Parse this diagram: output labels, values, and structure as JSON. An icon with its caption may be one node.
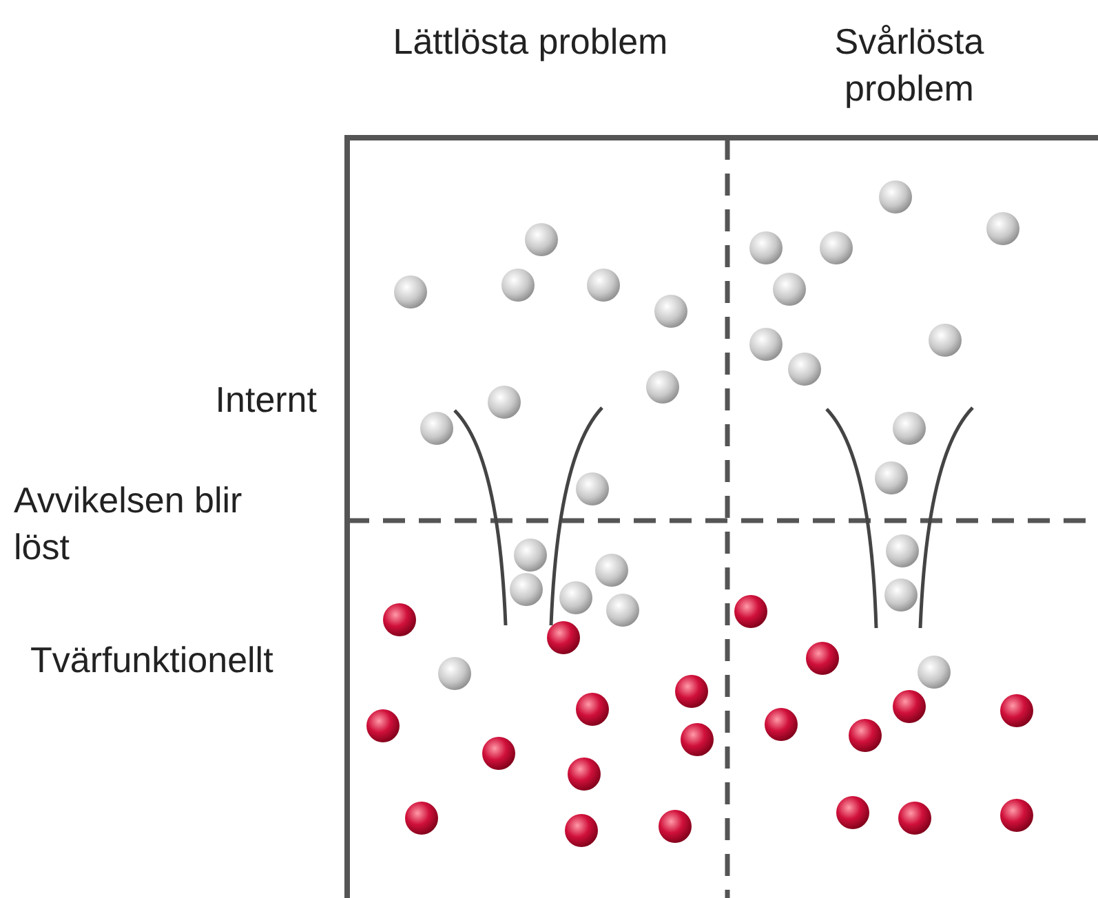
{
  "diagram": {
    "labels": [
      "Lättlösta problem",
      "Svårlösta problem",
      "Internt",
      "Avvikelsen blir löst",
      "Tvärfunktionellt"
    ]
  }
}
